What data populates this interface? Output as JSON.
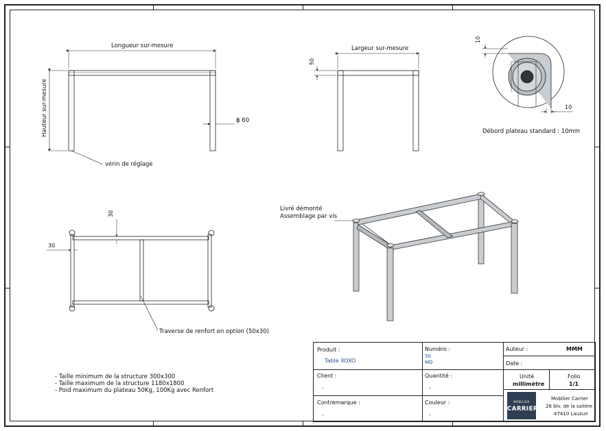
{
  "labels": {
    "longueur": "Longueur sur-mesure",
    "hauteur": "Hauteur sur-mesure",
    "verin": "vérin de réglage",
    "diam": "ϕ 60",
    "largeur": "Largeur sur-mesure",
    "dim50": "50",
    "dim10_top": "10",
    "dim10_right": "10",
    "debord": "Débord plateau standard : 10mm",
    "dim30_top": "30",
    "dim30_left": "30",
    "traverse": "Traverse de renfort en option (50x30)",
    "livre": "Livré démonté",
    "assemblage": "Assemblage par vis"
  },
  "notes": [
    "- Taille minimum de la structure 300x300",
    "- Taille maximum de la structure 1180x1800",
    "- Poid maximum du plateau 50Kg, 100Kg avec Renfort"
  ],
  "titleblock": {
    "produit_label": "Produit :",
    "produit_value": "Table XOXO",
    "numero_label": "Numéro :",
    "numero_value1": "50",
    "numero_value2": "MO",
    "auteur_label": "Auteur :",
    "auteur_value": "MMM",
    "date_label": "Date :",
    "client_label": "Client :",
    "client_value": "-",
    "quantite_label": "Quantité :",
    "quantite_value": "-",
    "unite_label": "Unité",
    "unite_value": "millimètre",
    "folio_label": "Folio",
    "folio_value": "1/1",
    "contremarque_label": "Contremarque :",
    "contremarque_value": "-",
    "couleur_label": "Couleur :",
    "couleur_value": "-",
    "logo_top": "MOBILIER",
    "logo_main": "CARRIER",
    "company_name": "Mobilier Carrier",
    "company_address": "26 blv. de la salière",
    "company_city": "47410 Lauzun"
  },
  "colors": {
    "ink": "#222222",
    "value_blue": "#2a4f8f",
    "logo_bg": "#2f3e52",
    "steel": "#b9bec4"
  }
}
